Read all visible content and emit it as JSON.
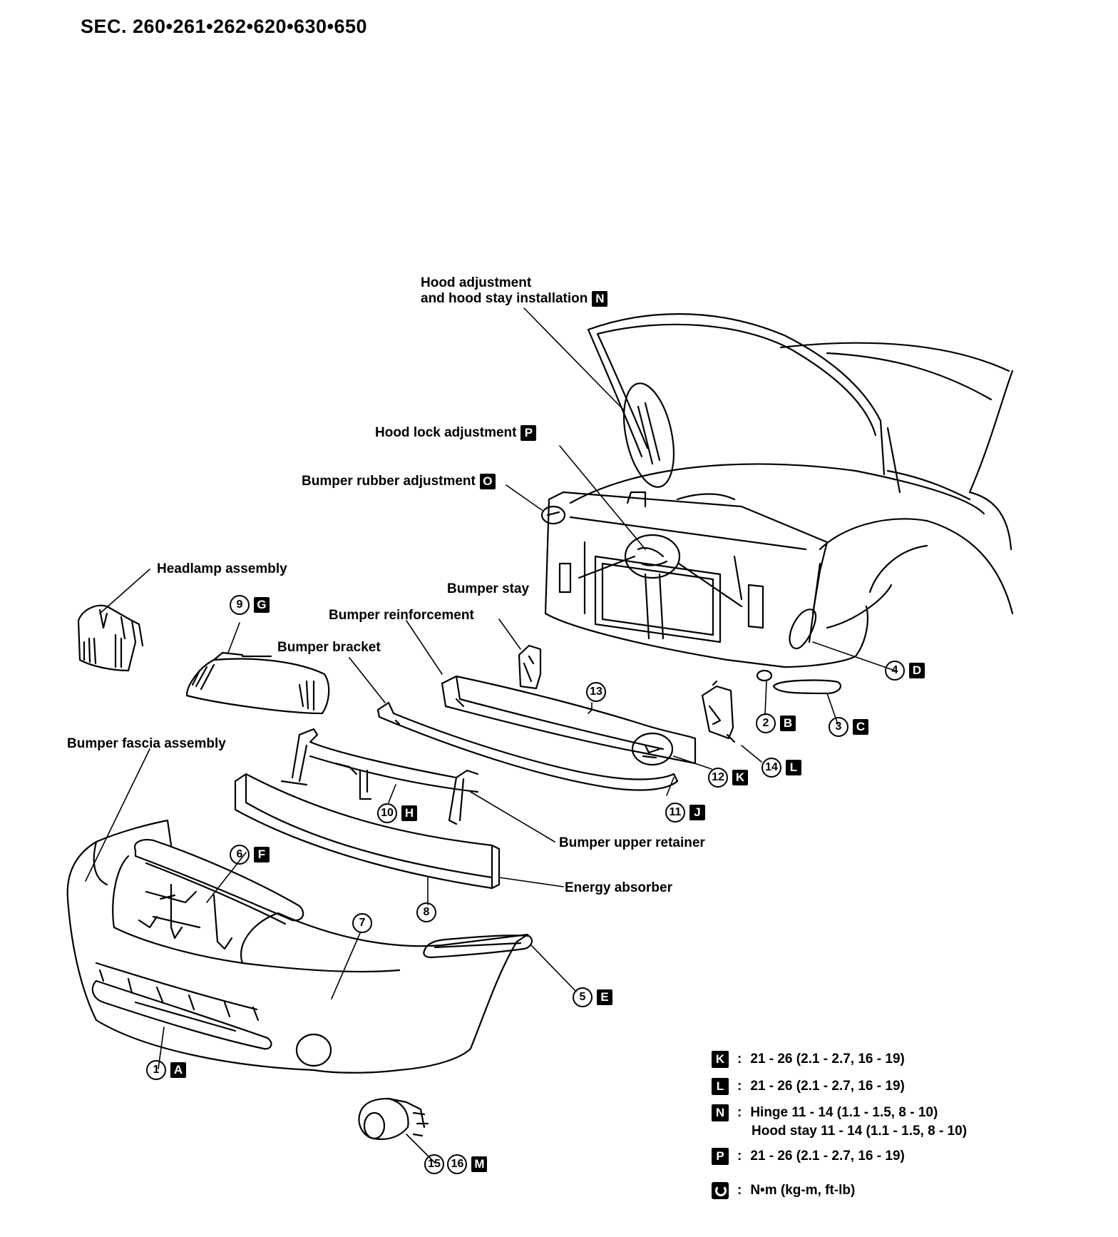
{
  "title": "SEC. 260•261•262•620•630•650",
  "labels": {
    "hood_adjustment_1": "Hood adjustment",
    "hood_adjustment_2": "and hood stay installation",
    "hood_lock": "Hood lock adjustment",
    "bumper_rubber": "Bumper rubber adjustment",
    "headlamp": "Headlamp assembly",
    "bumper_stay": "Bumper stay",
    "bumper_reinforcement": "Bumper reinforcement",
    "bumper_bracket": "Bumper bracket",
    "bumper_fascia": "Bumper fascia assembly",
    "bumper_upper_retainer": "Bumper upper retainer",
    "energy_absorber": "Energy absorber"
  },
  "callouts": [
    {
      "num": "1",
      "letter": "A"
    },
    {
      "num": "2",
      "letter": "B"
    },
    {
      "num": "3",
      "letter": "C"
    },
    {
      "num": "4",
      "letter": "D"
    },
    {
      "num": "5",
      "letter": "E"
    },
    {
      "num": "6",
      "letter": "F"
    },
    {
      "num": "7",
      "letter": ""
    },
    {
      "num": "8",
      "letter": ""
    },
    {
      "num": "9",
      "letter": "G"
    },
    {
      "num": "10",
      "letter": "H"
    },
    {
      "num": "11",
      "letter": "J"
    },
    {
      "num": "12",
      "letter": "K"
    },
    {
      "num": "13",
      "letter": ""
    },
    {
      "num": "14",
      "letter": "L"
    },
    {
      "num": "15",
      "letter": ""
    },
    {
      "num": "16",
      "letter": "M"
    }
  ],
  "label_letters": {
    "hood_adjustment": "N",
    "hood_lock": "P",
    "bumper_rubber": "O"
  },
  "legend": [
    {
      "key": "K",
      "text": "21 - 26 (2.1 - 2.7, 16 - 19)"
    },
    {
      "key": "L",
      "text": "21 - 26 (2.1 - 2.7, 16 - 19)"
    },
    {
      "key": "N",
      "text": "Hinge 11 - 14 (1.1 - 1.5, 8 - 10)",
      "text2": "Hood stay 11 - 14 (1.1 - 1.5, 8 - 10)"
    },
    {
      "key": "P",
      "text": "21 - 26 (2.1 - 2.7, 16 - 19)"
    },
    {
      "key": "wrench-icon",
      "text": "N•m  (kg-m,  ft-lb)"
    }
  ]
}
